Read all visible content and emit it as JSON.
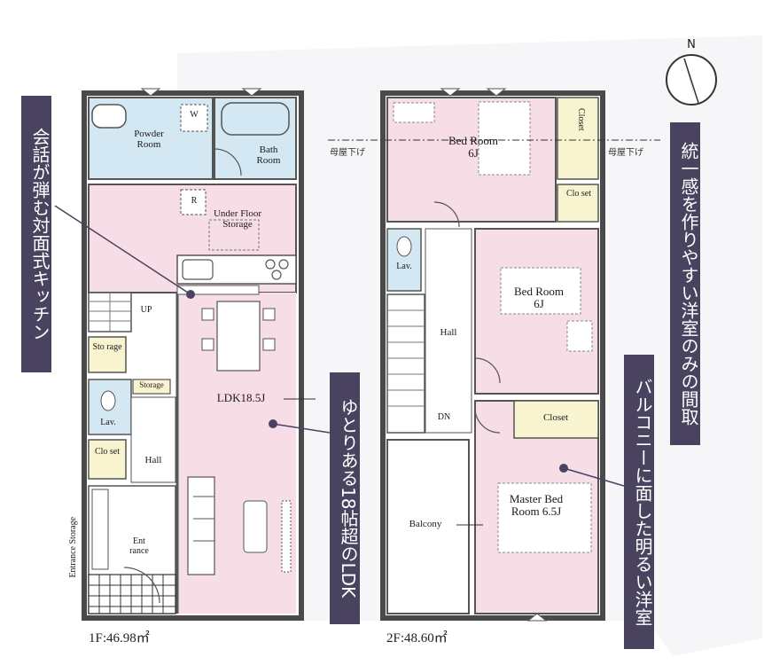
{
  "floor1": {
    "caption": "1F:46.98㎡",
    "rooms": {
      "powder": "Powder Room",
      "washer": "W",
      "bath": "Bath Room",
      "fridge": "R",
      "under_floor": "Under Floor Storage",
      "up": "UP",
      "storage_left": "Sto rage",
      "storage_small": "Storage",
      "lav": "Lav.",
      "closet": "Clo set",
      "hall": "Hall",
      "entrance": "Ent rance",
      "entrance_storage": "Entrance Storage",
      "ldk": "LDK18.5J"
    }
  },
  "floor2": {
    "caption": "2F:48.60㎡",
    "eaves_label": "母屋下げ",
    "rooms": {
      "bed1": "Bed Room 6J",
      "closet_top": "Closet",
      "closet_small": "Clo set",
      "lav": "Lav.",
      "hall": "Hall",
      "dn": "DN",
      "bed2": "Bed Room 6J",
      "closet_mid": "Closet",
      "balcony": "Balcony",
      "master": "Master Bed Room 6.5J"
    }
  },
  "callouts": {
    "kitchen": "会話が弾む対面式キッチン",
    "ldk": "ゆとりある18帖超のLDK",
    "rooms": "統一感を作りやすい洋室のみの間取",
    "balcony": "バルコニーに面した明るい洋室"
  },
  "compass": {
    "north": "N"
  },
  "colors": {
    "pink_room": "#f7dde6",
    "blue_room": "#d4e8f3",
    "closet": "#f8f4cf",
    "wall": "#4a4a4a",
    "callout": "#4a4360"
  }
}
